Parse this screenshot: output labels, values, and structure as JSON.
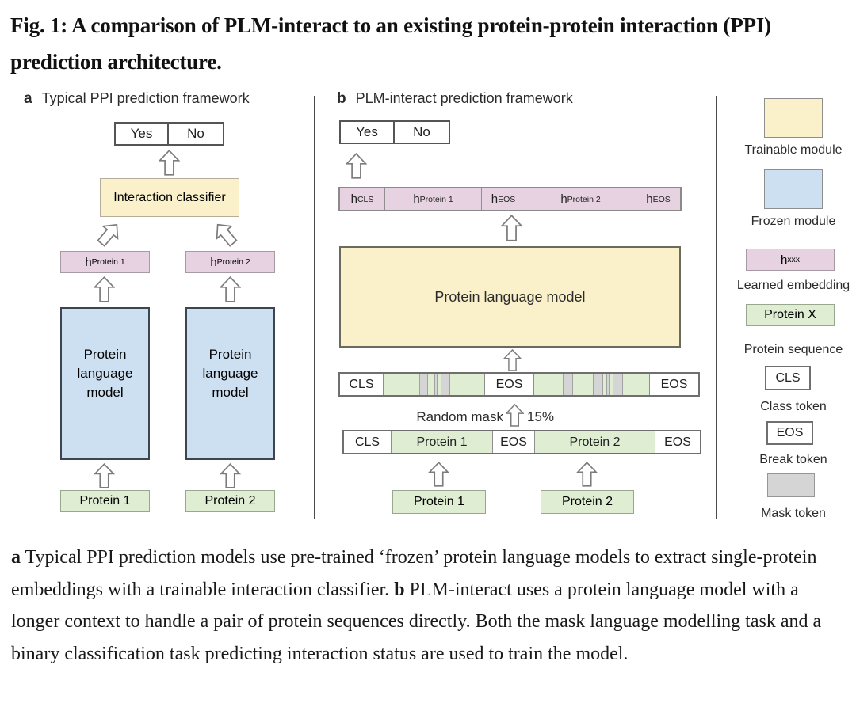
{
  "figure": {
    "title": "Fig. 1: A comparison of PLM-interact to an existing protein-protein interaction (PPI) prediction architecture."
  },
  "panel_a": {
    "label": "a",
    "heading": "Typical PPI prediction framework",
    "decision": {
      "yes": "Yes",
      "no": "No"
    },
    "classifier_label": "Interaction classifier",
    "embedding_1": {
      "base": "h",
      "sub": "Protein 1"
    },
    "embedding_2": {
      "base": "h",
      "sub": "Protein 2"
    },
    "plm_label": "Protein language model",
    "protein_1": "Protein 1",
    "protein_2": "Protein 2"
  },
  "panel_b": {
    "label": "b",
    "heading": "PLM-interact prediction framework",
    "decision": {
      "yes": "Yes",
      "no": "No"
    },
    "embedding_bar": [
      {
        "base": "h",
        "sub": "CLS"
      },
      {
        "base": "h",
        "sub": "Protein 1"
      },
      {
        "base": "h",
        "sub": "EOS"
      },
      {
        "base": "h",
        "sub": "Protein 2"
      },
      {
        "base": "h",
        "sub": "EOS"
      }
    ],
    "plm_label": "Protein language model",
    "masked_bar": {
      "cls": "CLS",
      "eos_mid": "EOS",
      "eos_end": "EOS"
    },
    "random_mask": {
      "label": "Random mask",
      "percent": "15%"
    },
    "token_bar": {
      "cls": "CLS",
      "protein_1": "Protein 1",
      "eos_mid": "EOS",
      "protein_2": "Protein 2",
      "eos_end": "EOS"
    },
    "protein_1": "Protein 1",
    "protein_2": "Protein 2"
  },
  "legend": {
    "trainable_label": "Trainable module",
    "frozen_label": "Frozen module",
    "embedding_box": {
      "base": "h",
      "sub": "xxx"
    },
    "embedding_label": "Learned embedding",
    "protein_box": "Protein X",
    "protein_label": "Protein sequence",
    "cls_box": "CLS",
    "cls_label": "Class token",
    "eos_box": "EOS",
    "eos_label": "Break token",
    "mask_label": "Mask token"
  },
  "caption": {
    "a_label": "a",
    "a_text": " Typical PPI prediction models use pre-trained ‘frozen’ protein language models to extract single-protein embeddings with a trainable interaction classifier. ",
    "b_label": "b",
    "b_text": " PLM-interact uses a protein language model with a longer context to handle a pair of protein sequences directly. Both the mask language modelling task and a binary classification task predicting interaction status are used to train the model."
  },
  "colors": {
    "trainable": "#faf1cb",
    "frozen": "#cde0f1",
    "embedding": "#e6d2e0",
    "protein": "#dfeed3",
    "mask": "#d5d5d5"
  }
}
